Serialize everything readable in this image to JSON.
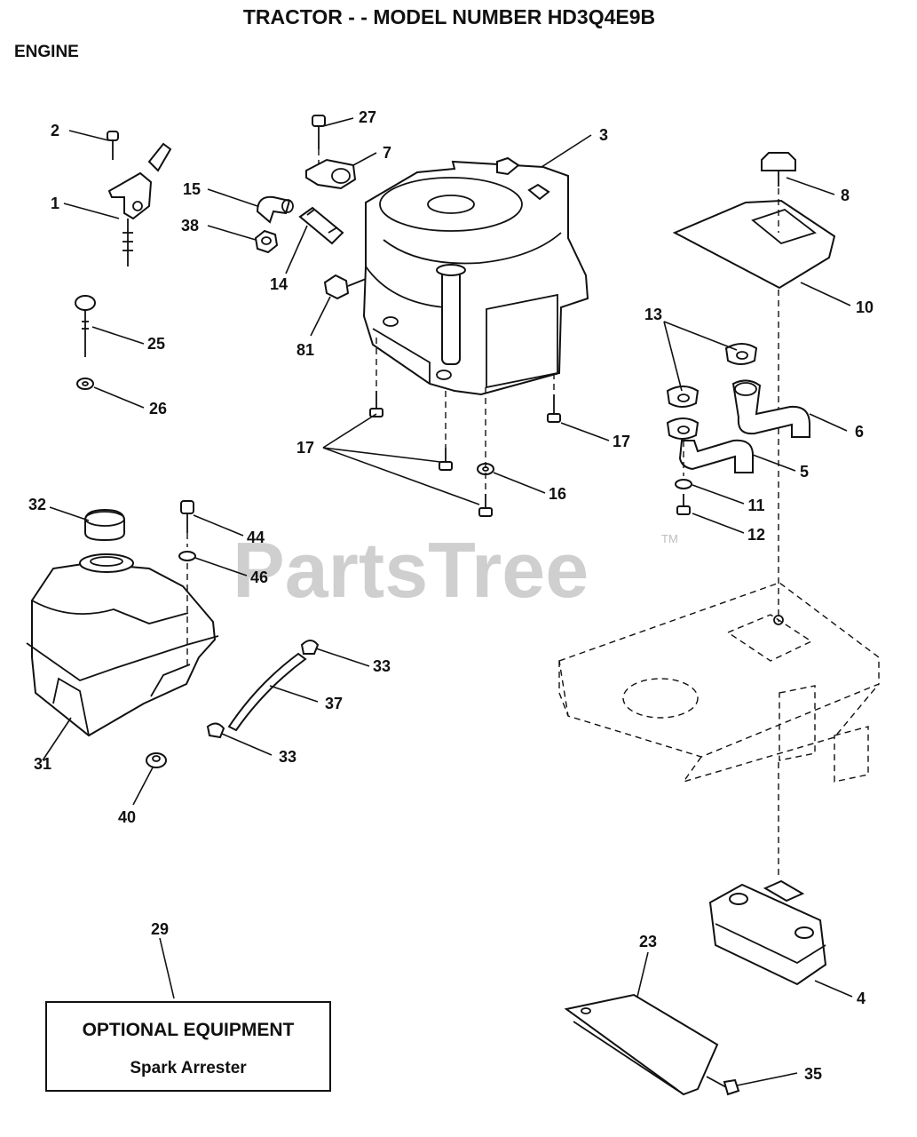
{
  "header": {
    "title": "TRACTOR - - MODEL NUMBER HD3Q4E9B",
    "section": "ENGINE"
  },
  "watermark": {
    "text": "PartsTree",
    "trademark": "TM"
  },
  "callouts": {
    "c1": "1",
    "c2": "2",
    "c3": "3",
    "c4": "4",
    "c5": "5",
    "c6": "6",
    "c7": "7",
    "c8": "8",
    "c10": "10",
    "c11": "11",
    "c12": "12",
    "c13": "13",
    "c14": "14",
    "c15": "15",
    "c16": "16",
    "c17a": "17",
    "c17b": "17",
    "c23": "23",
    "c25": "25",
    "c26": "26",
    "c27": "27",
    "c29": "29",
    "c31": "31",
    "c32": "32",
    "c33a": "33",
    "c33b": "33",
    "c35": "35",
    "c37": "37",
    "c38": "38",
    "c40": "40",
    "c44": "44",
    "c46": "46",
    "c81": "81"
  },
  "optional_box": {
    "heading": "OPTIONAL EQUIPMENT",
    "item": "Spark Arrester"
  }
}
